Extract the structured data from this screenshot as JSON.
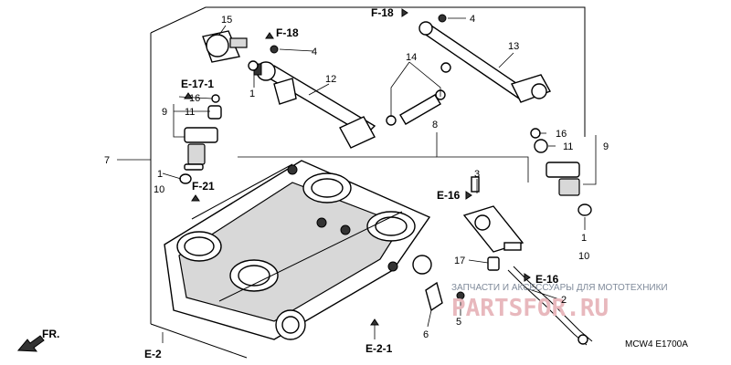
{
  "diagram": {
    "callouts": {
      "c15": "15",
      "c4a": "4",
      "c4b": "4",
      "c13": "13",
      "c12": "12",
      "c14": "14",
      "c1a": "1",
      "c1b": "1",
      "c1c": "1",
      "c16a": "16",
      "c16b": "16",
      "c11a": "11",
      "c11b": "11",
      "c9a": "9",
      "c9b": "9",
      "c7": "7",
      "c8": "8",
      "c10a": "10",
      "c10b": "10",
      "c3": "3",
      "c17": "17",
      "c2": "2",
      "c5": "5",
      "c6": "6"
    },
    "refs": {
      "f18a": "F-18",
      "f18b": "F-18",
      "e171": "E-17-1",
      "f21": "F-21",
      "e16a": "E-16",
      "e16b": "E-16",
      "e2": "E-2",
      "e21": "E-2-1"
    },
    "direction_label": "FR.",
    "diagram_code": "MCW4 E1700A",
    "watermark": {
      "text": "ЗАПЧАСТИ И АКСЕССУАРЫ ДЛЯ МОТОТЕХНИКИ",
      "logo": "PARTSFOR.RU"
    }
  }
}
